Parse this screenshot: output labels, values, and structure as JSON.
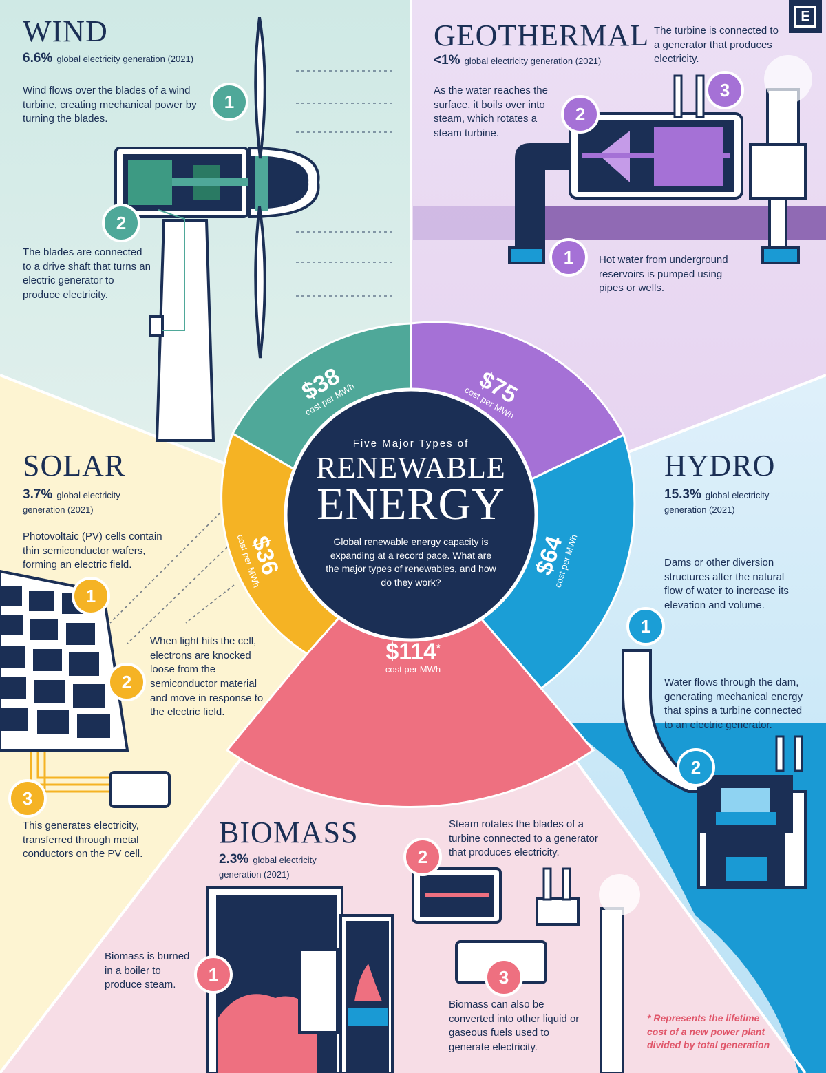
{
  "logo": "E",
  "center": {
    "kicker": "Five Major Types of",
    "title_line1": "RENEWABLE",
    "title_line2": "ENERGY",
    "body": "Global renewable energy capacity is expanding at a record pace. What are the major types of renewables, and how do they work?"
  },
  "wind": {
    "title": "WIND",
    "share": "6.6%",
    "share_label": "global electricity generation (2021)",
    "cost": "$38",
    "cost_unit": "cost per MWh",
    "step1_num": "1",
    "step1": "Wind flows over the blades of a wind turbine, creating mechanical power by turning the blades.",
    "step2_num": "2",
    "step2": "The blades are connected to a drive shaft that turns an electric generator to produce electricity."
  },
  "geothermal": {
    "title": "GEOTHERMAL",
    "share": "<1%",
    "share_label": "global electricity generation (2021)",
    "cost": "$75",
    "cost_unit": "cost per MWh",
    "step1_num": "1",
    "step1": "Hot water from underground reservoirs is pumped using pipes or wells.",
    "step2_num": "2",
    "step2": "As the water reaches the surface, it boils over into steam, which rotates a steam turbine.",
    "step3_num": "3",
    "step3": "The turbine is connected to a generator that produces electricity."
  },
  "solar": {
    "title": "SOLAR",
    "share": "3.7%",
    "share_label": "global electricity generation (2021)",
    "cost": "$36",
    "cost_unit": "cost per MWh",
    "step1_num": "1",
    "step1": "Photovoltaic (PV) cells contain thin semiconductor wafers, forming an electric field.",
    "step2_num": "2",
    "step2": "When light hits the cell, electrons are knocked loose from the semiconductor material and move in response to the electric field.",
    "step3_num": "3",
    "step3": "This generates electricity, transferred through metal conductors on the PV cell."
  },
  "hydro": {
    "title": "HYDRO",
    "share": "15.3%",
    "share_label": "global electricity generation (2021)",
    "cost": "$64",
    "cost_unit": "cost per MWh",
    "step1_num": "1",
    "step1": "Dams or other diversion structures alter the natural flow of water to increase its elevation and volume.",
    "step2_num": "2",
    "step2": "Water flows through the dam, generating mechanical energy that spins a turbine connected to an electric generator."
  },
  "biomass": {
    "title": "BIOMASS",
    "share": "2.3%",
    "share_label": "global electricity generation (2021)",
    "cost": "$114",
    "cost_mark": "*",
    "cost_unit": "cost per MWh",
    "step1_num": "1",
    "step1": "Biomass is burned in a boiler to produce steam.",
    "step2_num": "2",
    "step2": "Steam rotates the blades of a turbine connected to a generator that produces electricity.",
    "step3_num": "3",
    "step3": "Biomass can also be converted into other liquid or gaseous fuels used to generate electricity."
  },
  "footnote": "* Represents the lifetime cost of a new power plant divided by total generation",
  "colors": {
    "navy": "#1b2f55",
    "wind": "#4fa899",
    "geothermal": "#a571d6",
    "solar": "#f5b324",
    "hydro": "#1b9ed6",
    "biomass": "#ee7080"
  }
}
